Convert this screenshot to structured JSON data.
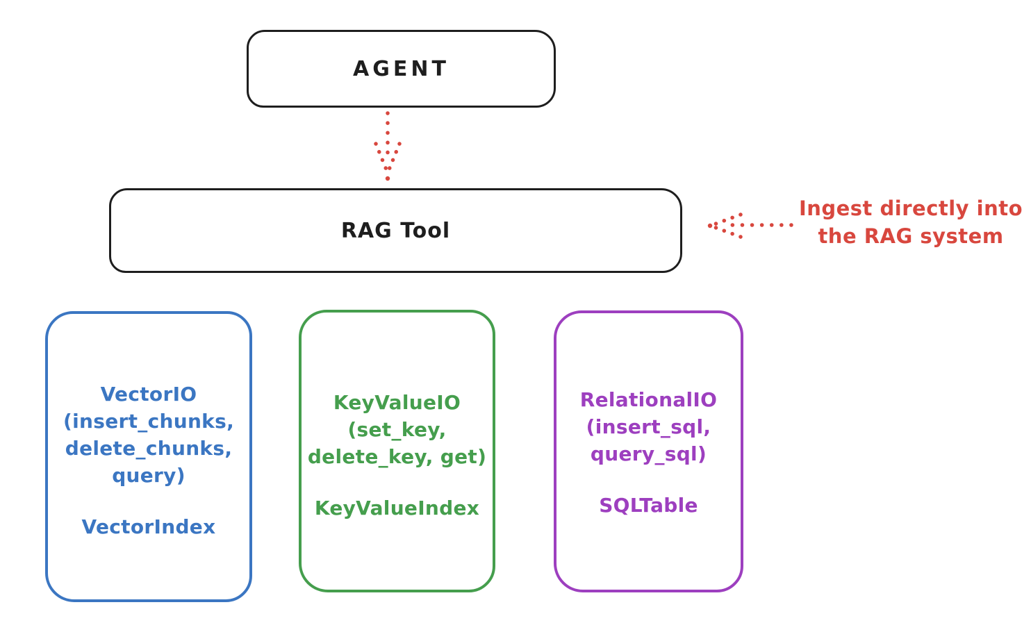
{
  "diagram": {
    "agent_box": {
      "label": "AGENT"
    },
    "rag_tool_box": {
      "label": "RAG Tool"
    },
    "annotation": {
      "line1": "Ingest directly into",
      "line2": "the RAG system"
    },
    "icons": {
      "agent_to_rag": "dotted-arrow-down-icon",
      "annotation_to_rag": "dotted-arrow-left-icon"
    },
    "backends": [
      {
        "id": "vector-io",
        "lines": [
          "VectorIO",
          "(insert_chunks,",
          "delete_chunks,",
          "query)"
        ],
        "index_label": "VectorIndex",
        "color": "#3b76c2"
      },
      {
        "id": "keyvalue-io",
        "lines": [
          "KeyValueIO",
          "(set_key,",
          "delete_key, get)"
        ],
        "index_label": "KeyValueIndex",
        "color": "#459e4d"
      },
      {
        "id": "relational-io",
        "lines": [
          "RelationalIO",
          "(insert_sql,",
          "query_sql)"
        ],
        "index_label": "SQLTable",
        "color": "#9d3fbf"
      }
    ],
    "colors": {
      "ink": "#1e1e1e",
      "red_accent": "#d8473e",
      "blue": "#3b76c2",
      "green": "#459e4d",
      "purple": "#9d3fbf",
      "background": "#ffffff"
    }
  }
}
